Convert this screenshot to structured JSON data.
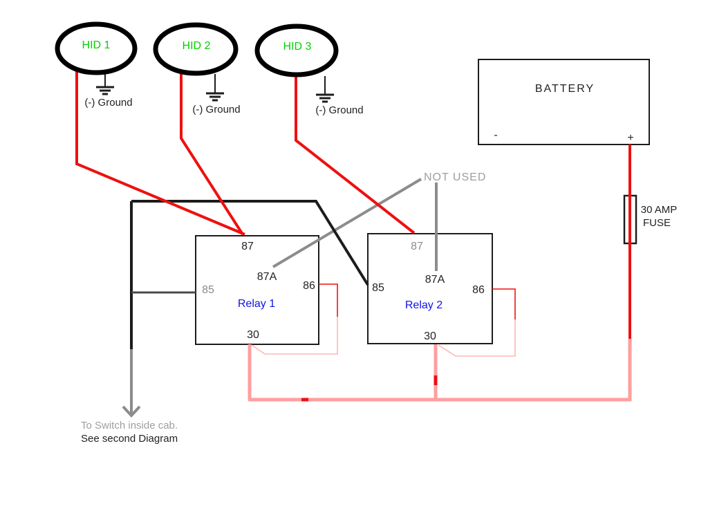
{
  "colors": {
    "wire_red": "#ee1010",
    "wire_pink": "#ff9f9f",
    "wire_pink_light": "#ffb5b5",
    "wire_gray": "#8c8c8c",
    "wire_darkgray": "#4a4a4a",
    "wire_black": "#1c1c1c",
    "lamp_green": "#00d000",
    "relay_blue": "#1010e8",
    "gray_text": "#9e9e9e",
    "dark_text": "#222222",
    "terminal_muted": "#8a8a8a"
  },
  "lamps": [
    {
      "label": "HID 1",
      "ground_label": "(-) Ground"
    },
    {
      "label": "HID 2",
      "ground_label": "(-) Ground"
    },
    {
      "label": "HID 3",
      "ground_label": "(-) Ground"
    }
  ],
  "battery": {
    "label": "BATTERY",
    "negative": "-",
    "positive": "+"
  },
  "fuse": {
    "line1": "30 AMP",
    "line2": "FUSE"
  },
  "relays": [
    {
      "name": "Relay 1",
      "t87": "87",
      "t87a": "87A",
      "t85": "85",
      "t86": "86",
      "t30": "30"
    },
    {
      "name": "Relay 2",
      "t87": "87",
      "t87a": "87A",
      "t85": "85",
      "t86": "86",
      "t30": "30"
    }
  ],
  "annotations": {
    "not_used": "NOT USED",
    "switch_line1": "To Switch inside cab.",
    "switch_line2": "See second Diagram"
  }
}
